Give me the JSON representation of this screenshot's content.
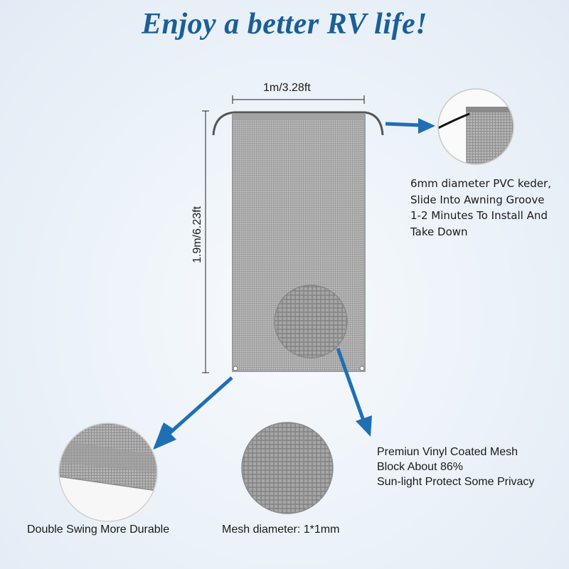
{
  "title": "Enjoy a better RV life!",
  "dimensions": {
    "width": "1m/3.28ft",
    "height": "1.9m/6.23ft"
  },
  "callouts": {
    "keder": [
      "6mm diameter PVC keder,",
      "Slide Into Awning Groove",
      "1-2 Minutes To Install And",
      "Take Down"
    ],
    "mesh": [
      "Premiun Vinyl Coated Mesh",
      "Block About 86%",
      "Sun-light Protect Some Privacy"
    ],
    "swing": "Double Swing More Durable",
    "mesh_diameter": "Mesh diameter: 1*1mm"
  },
  "colors": {
    "title": "#1b5f96",
    "arrow": "#1f6fb5",
    "mesh": "#a9a9a9"
  },
  "icons": [
    "arrow-icon"
  ]
}
